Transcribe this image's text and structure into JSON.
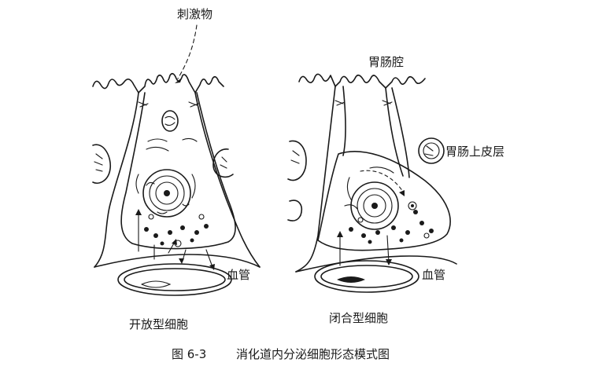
{
  "labels": {
    "stimulus": "刺激物",
    "gi_lumen": "胃肠腔",
    "gi_epithelium": "胃肠上皮层",
    "vessel_left": "血管",
    "vessel_right": "血管",
    "open_type": "开放型细胞",
    "closed_type": "闭合型细胞"
  },
  "caption": {
    "number": "图 6-3",
    "title": "消化道内分泌细胞形态模式图"
  }
}
